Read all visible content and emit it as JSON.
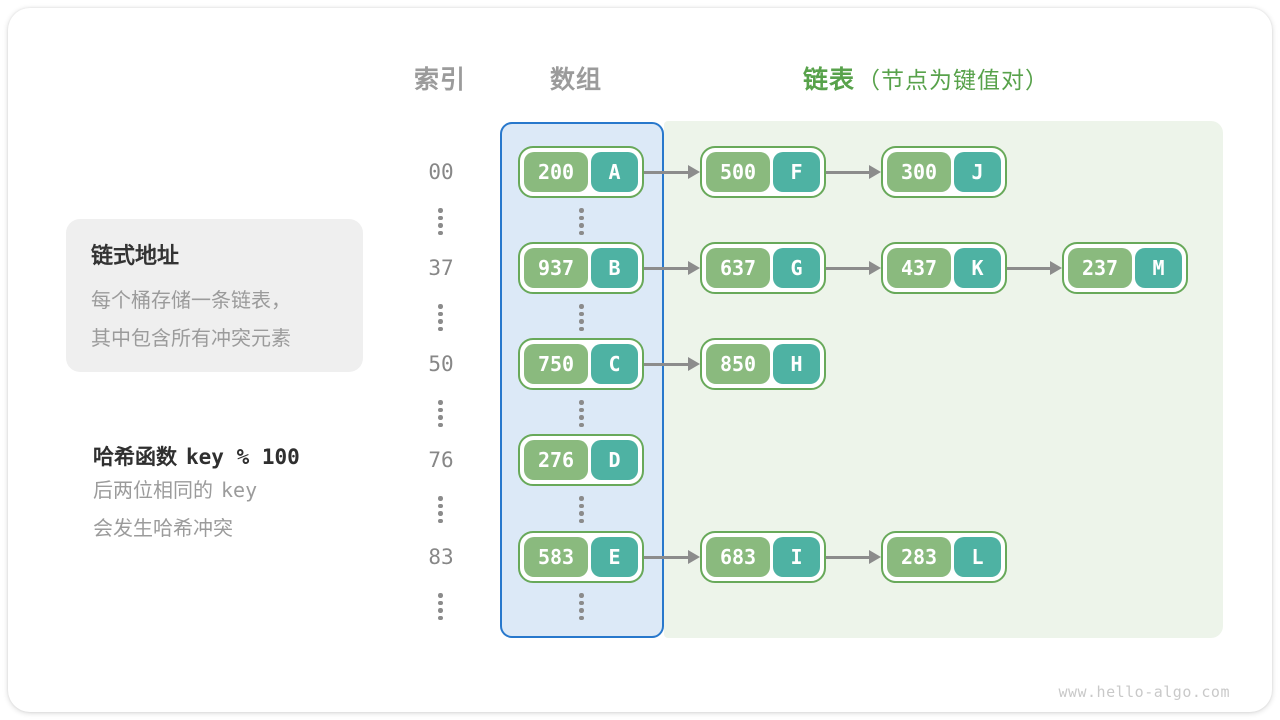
{
  "headers": {
    "index": "索引",
    "array": "数组",
    "list": "链表",
    "list_note": "（节点为键值对）"
  },
  "info_box": {
    "title": "链式地址",
    "line1": "每个桶存储一条链表，",
    "line2": "其中包含所有冲突元素"
  },
  "hash_note": {
    "title_prefix": "哈希函数",
    "title_code": "key % 100",
    "line1_prefix": "后两位相同的",
    "line1_code": "key",
    "line2": "会发生哈希冲突"
  },
  "rows": [
    {
      "index": "00",
      "bucket": {
        "key": "200",
        "value": "A"
      },
      "chain": [
        {
          "key": "500",
          "value": "F"
        },
        {
          "key": "300",
          "value": "J"
        }
      ]
    },
    {
      "index": "37",
      "bucket": {
        "key": "937",
        "value": "B"
      },
      "chain": [
        {
          "key": "637",
          "value": "G"
        },
        {
          "key": "437",
          "value": "K"
        },
        {
          "key": "237",
          "value": "M"
        }
      ]
    },
    {
      "index": "50",
      "bucket": {
        "key": "750",
        "value": "C"
      },
      "chain": [
        {
          "key": "850",
          "value": "H"
        }
      ]
    },
    {
      "index": "76",
      "bucket": {
        "key": "276",
        "value": "D"
      },
      "chain": []
    },
    {
      "index": "83",
      "bucket": {
        "key": "583",
        "value": "E"
      },
      "chain": [
        {
          "key": "683",
          "value": "I"
        },
        {
          "key": "283",
          "value": "L"
        }
      ]
    }
  ],
  "watermark": "www.hello-algo.com",
  "colors": {
    "header_green": "#58a24b",
    "node_key_green": "#8aba7e",
    "node_value_teal": "#4eb2a3",
    "node_border_green": "#68a95a",
    "array_box_border_blue": "#2878cc",
    "array_box_fill": "#dce9f7",
    "chain_area_fill": "#edf4ea",
    "muted_gray": "#9b9b9b",
    "arrow_gray": "#8c8c8c"
  }
}
